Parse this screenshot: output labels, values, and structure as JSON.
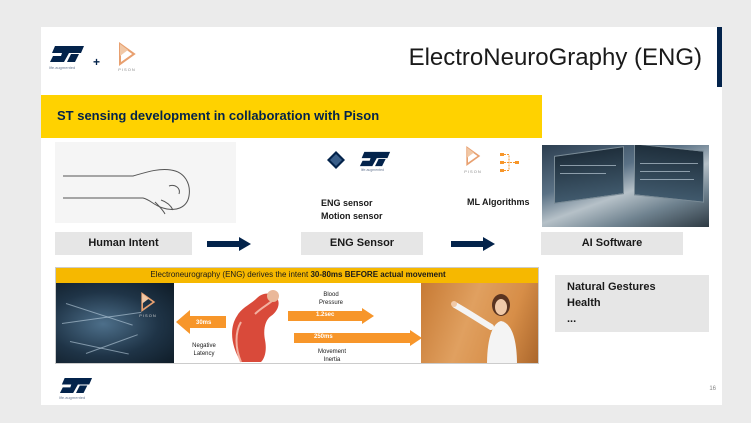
{
  "header": {
    "logo_tagline": "life.augmented",
    "plus": "+",
    "pison_text": "PISON",
    "title": "ElectroNeuroGraphy (ENG)"
  },
  "banner": {
    "text": "ST sensing development in collaboration with Pison"
  },
  "pipeline": {
    "eng_labels": [
      "ENG sensor",
      "Motion sensor"
    ],
    "ml_label": "ML Algorithms",
    "steps": [
      "Human Intent",
      "ENG Sensor",
      "AI Software"
    ]
  },
  "panel": {
    "head_prefix": "Electroneurography (ENG) derives the intent ",
    "head_bold": "30-80ms BEFORE actual movement",
    "neg_time": "30ms",
    "neg_label": [
      "Negative",
      "Latency"
    ],
    "bp_label": [
      "Blood",
      "Pressure"
    ],
    "bp_time": "1.2sec",
    "mi_time": "250ms",
    "mi_label": [
      "Movement",
      "Inertia"
    ]
  },
  "applications": {
    "items": [
      "Natural Gestures",
      "Health",
      "..."
    ]
  },
  "footer": {
    "tagline": "life.augmented",
    "page_number": "16"
  },
  "colors": {
    "st_navy": "#03234b",
    "banner_yellow": "#ffd200",
    "panel_orange": "#f6b800",
    "arrow_orange": "#f7962a",
    "step_gray": "#e6e6e6"
  },
  "icons": [
    "st-logo-icon",
    "pison-logo-icon",
    "eng-chip-icon",
    "ml-network-icon",
    "arrow-right-icon"
  ]
}
